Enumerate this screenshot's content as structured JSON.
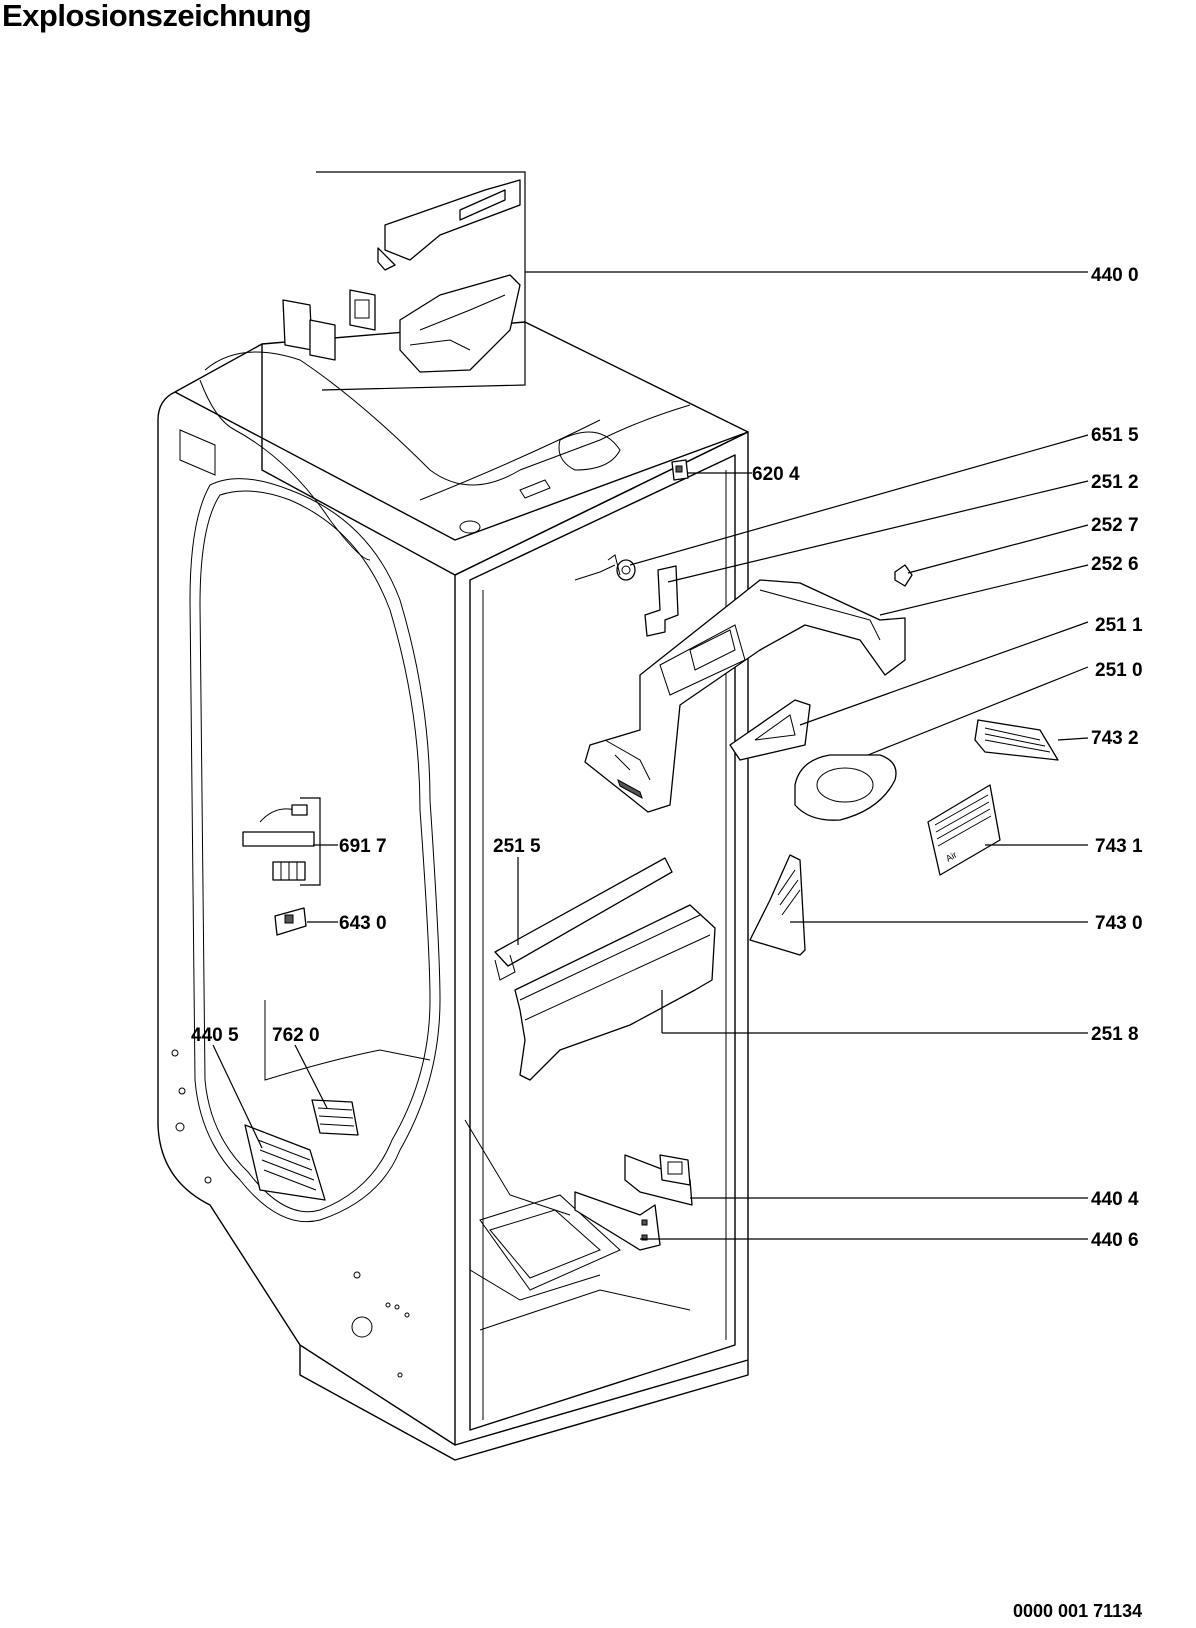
{
  "title": "Explosionszeichnung",
  "document_number": "0000 001 71134",
  "part_labels": [
    {
      "id": "l4400",
      "text": "440 0"
    },
    {
      "id": "l6515",
      "text": "651 5"
    },
    {
      "id": "l6204",
      "text": "620 4"
    },
    {
      "id": "l2512",
      "text": "251 2"
    },
    {
      "id": "l2527",
      "text": "252 7"
    },
    {
      "id": "l2526",
      "text": "252 6"
    },
    {
      "id": "l2511",
      "text": "251 1"
    },
    {
      "id": "l2510",
      "text": "251 0"
    },
    {
      "id": "l7432",
      "text": "743 2"
    },
    {
      "id": "l6917",
      "text": "691 7"
    },
    {
      "id": "l2515",
      "text": "251 5"
    },
    {
      "id": "l7431",
      "text": "743 1"
    },
    {
      "id": "l6430",
      "text": "643 0"
    },
    {
      "id": "l7430",
      "text": "743 0"
    },
    {
      "id": "l4405",
      "text": "440 5"
    },
    {
      "id": "l7620",
      "text": "762 0"
    },
    {
      "id": "l2518",
      "text": "251 8"
    },
    {
      "id": "l4404",
      "text": "440 4"
    },
    {
      "id": "l4406",
      "text": "440 6"
    }
  ]
}
